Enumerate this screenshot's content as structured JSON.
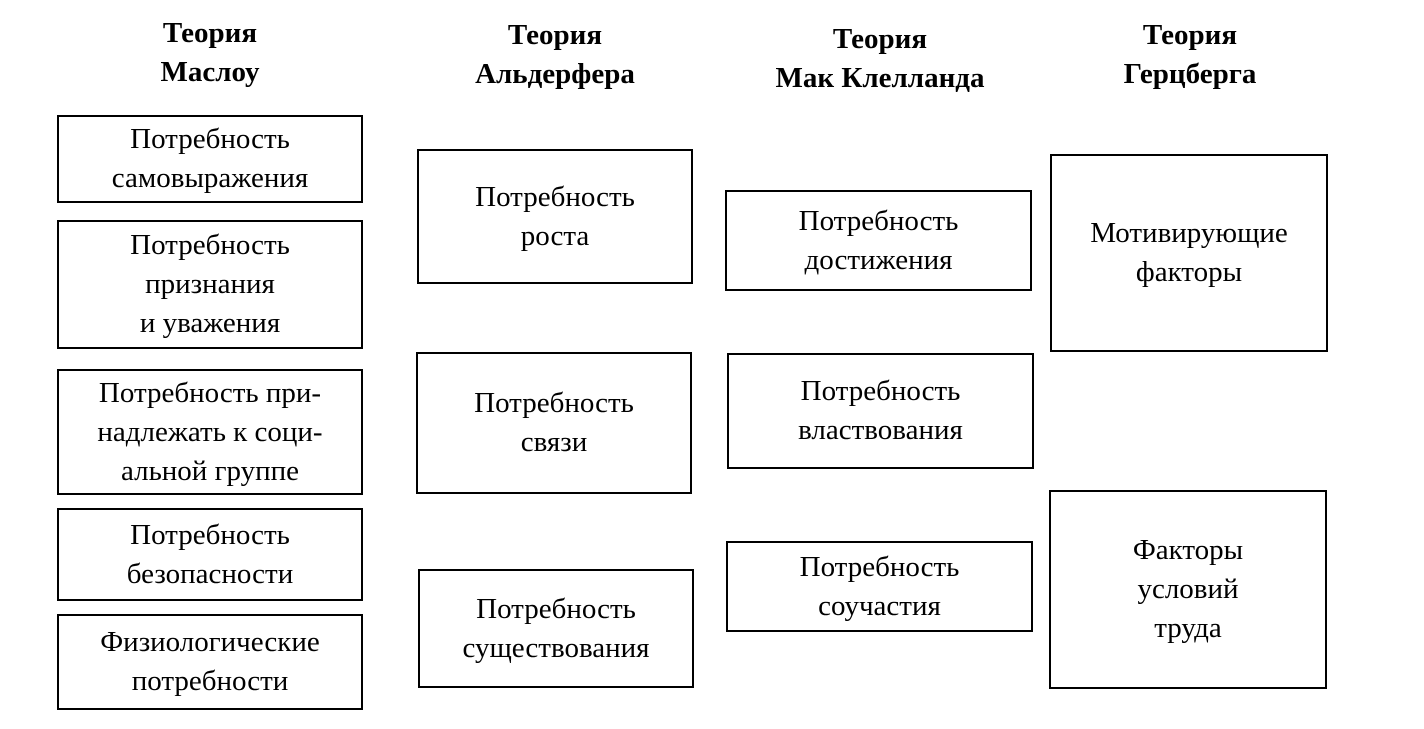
{
  "columns": [
    {
      "title_lines": [
        "Теория",
        "Маслоу"
      ],
      "boxes": [
        {
          "lines": [
            "Потребность",
            "самовыражения"
          ]
        },
        {
          "lines": [
            "Потребность",
            "признания",
            "и уважения"
          ]
        },
        {
          "lines": [
            "Потребность при-",
            "надлежать к соци-",
            "альной группе"
          ]
        },
        {
          "lines": [
            "Потребность",
            "безопасности"
          ]
        },
        {
          "lines": [
            "Физиологические",
            "потребности"
          ]
        }
      ]
    },
    {
      "title_lines": [
        "Теория",
        "Альдерфера"
      ],
      "boxes": [
        {
          "lines": [
            "Потребность",
            "роста"
          ]
        },
        {
          "lines": [
            "Потребность",
            "связи"
          ]
        },
        {
          "lines": [
            "Потребность",
            "существования"
          ]
        }
      ]
    },
    {
      "title_lines": [
        "Теория",
        "Мак Клелланда"
      ],
      "boxes": [
        {
          "lines": [
            "Потребность",
            "достижения"
          ]
        },
        {
          "lines": [
            "Потребность",
            "властвования"
          ]
        },
        {
          "lines": [
            "Потребность",
            "соучастия"
          ]
        }
      ]
    },
    {
      "title_lines": [
        "Теория",
        "Герцберга"
      ],
      "boxes": [
        {
          "lines": [
            "Мотивирующие",
            "факторы"
          ]
        },
        {
          "lines": [
            "Факторы",
            "условий",
            "труда"
          ]
        }
      ]
    }
  ]
}
